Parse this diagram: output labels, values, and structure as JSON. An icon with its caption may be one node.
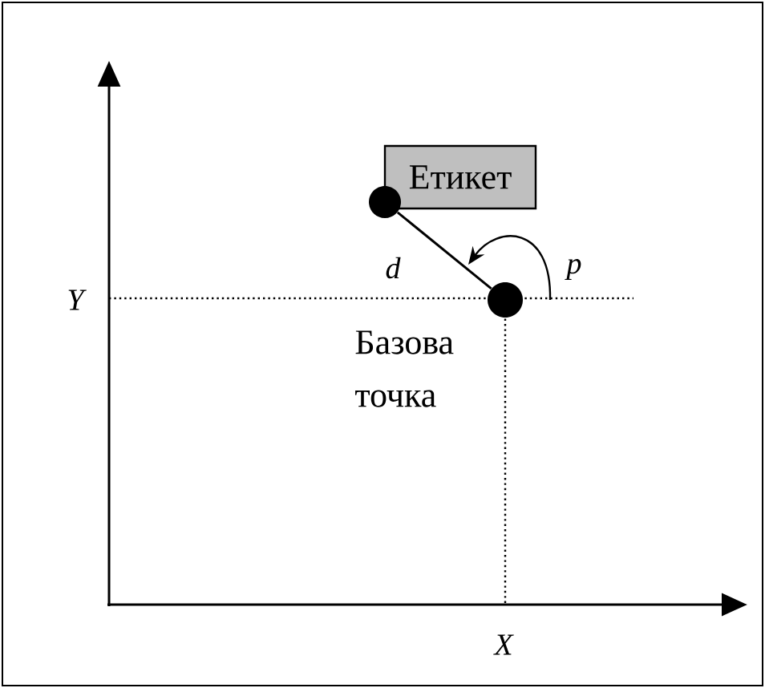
{
  "diagram": {
    "nodes": [
      {
        "text": [
          "Етикет"
        ]
      },
      {
        "text": [],
        "shape": "circle"
      },
      {
        "text": [],
        "shape": "circle",
        "beside": [
          "Базова точка"
        ]
      }
    ],
    "edges": [
      {
        "from": 1,
        "to": 2,
        "arrow": "none",
        "label": "d"
      }
    ],
    "labels": [
      "Y",
      "p",
      "X"
    ]
  }
}
